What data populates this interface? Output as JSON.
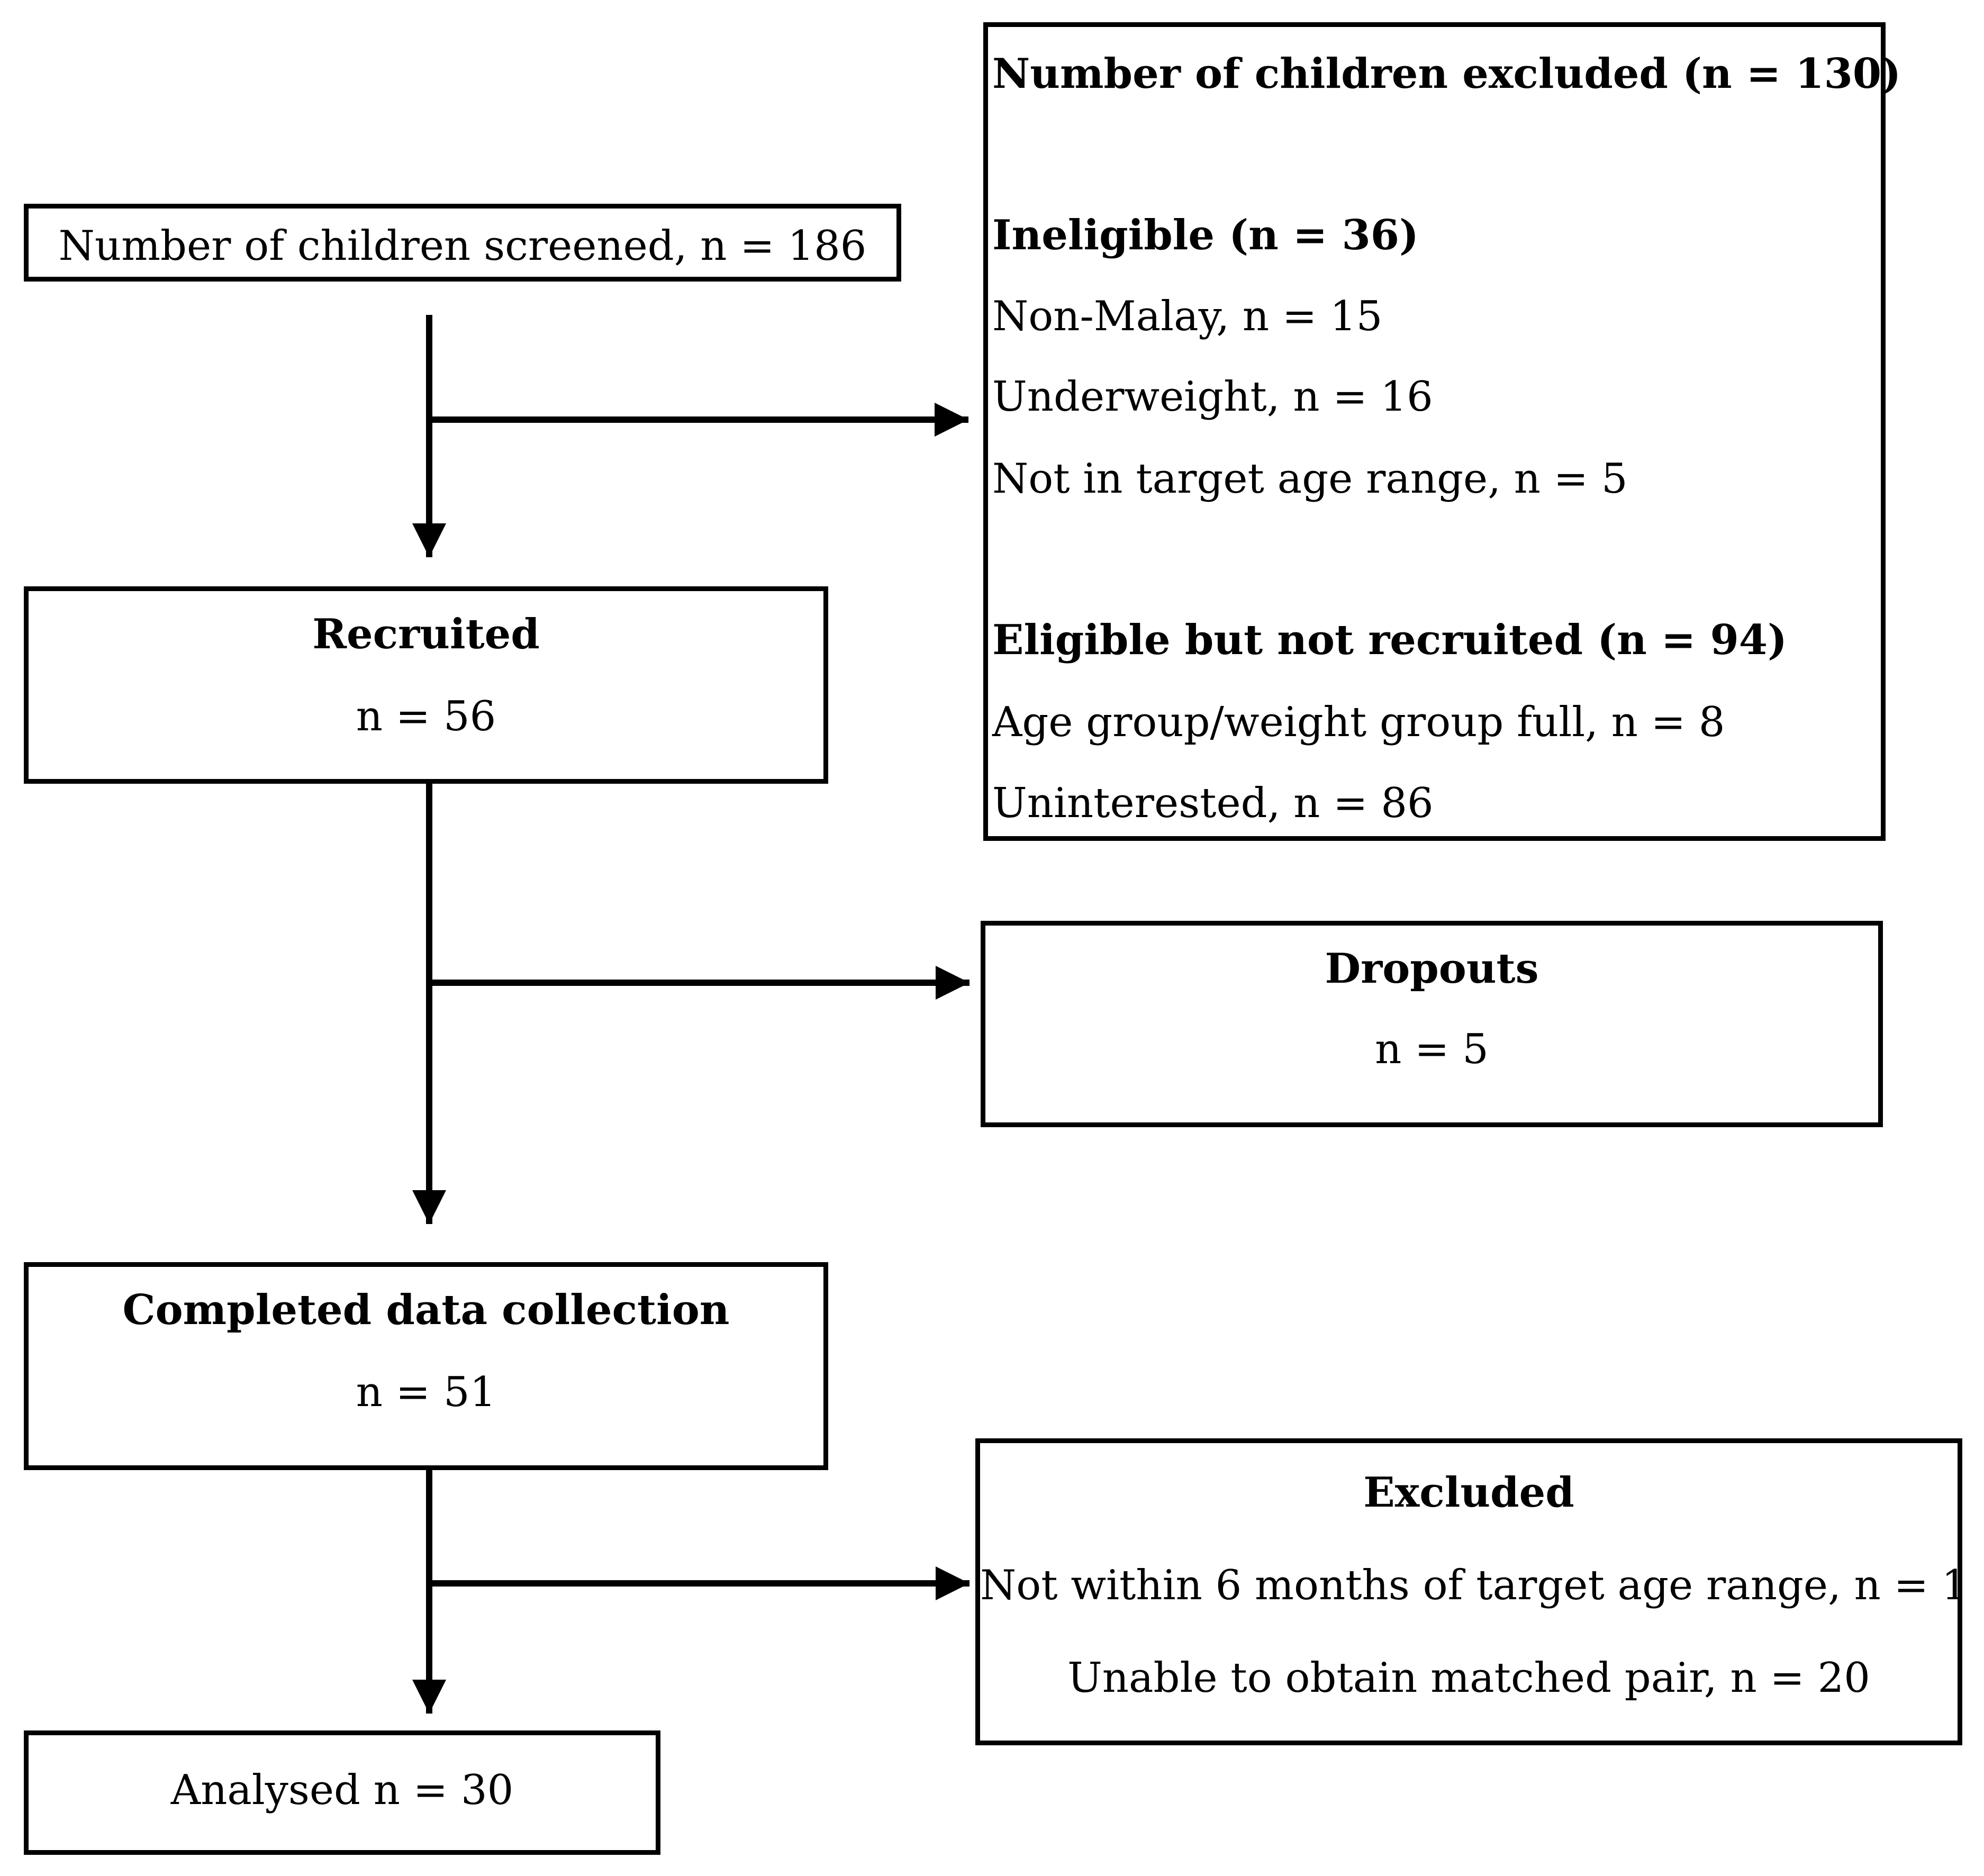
{
  "screened": {
    "label": "Number of children screened, n = 186"
  },
  "excluded_initial": {
    "title": "Number of children excluded (n = 130)",
    "ineligible": {
      "heading": "Ineligible (n = 36)",
      "items": [
        "Non-Malay, n = 15",
        "Underweight, n = 16",
        "Not in target age range, n = 5"
      ]
    },
    "not_recruited": {
      "heading": "Eligible but not recruited (n = 94)",
      "items": [
        "Age group/weight group full, n = 8",
        "Uninterested, n = 86"
      ]
    }
  },
  "recruited": {
    "title": "Recruited",
    "count": "n = 56"
  },
  "dropouts": {
    "title": "Dropouts",
    "count": "n = 5"
  },
  "completed": {
    "title": "Completed data collection",
    "count": "n = 51"
  },
  "excluded_final": {
    "title": "Excluded",
    "items": [
      "Not within 6 months of target age range, n = 1",
      "Unable to obtain matched pair, n = 20"
    ]
  },
  "analysed": {
    "label": "Analysed n = 30"
  }
}
